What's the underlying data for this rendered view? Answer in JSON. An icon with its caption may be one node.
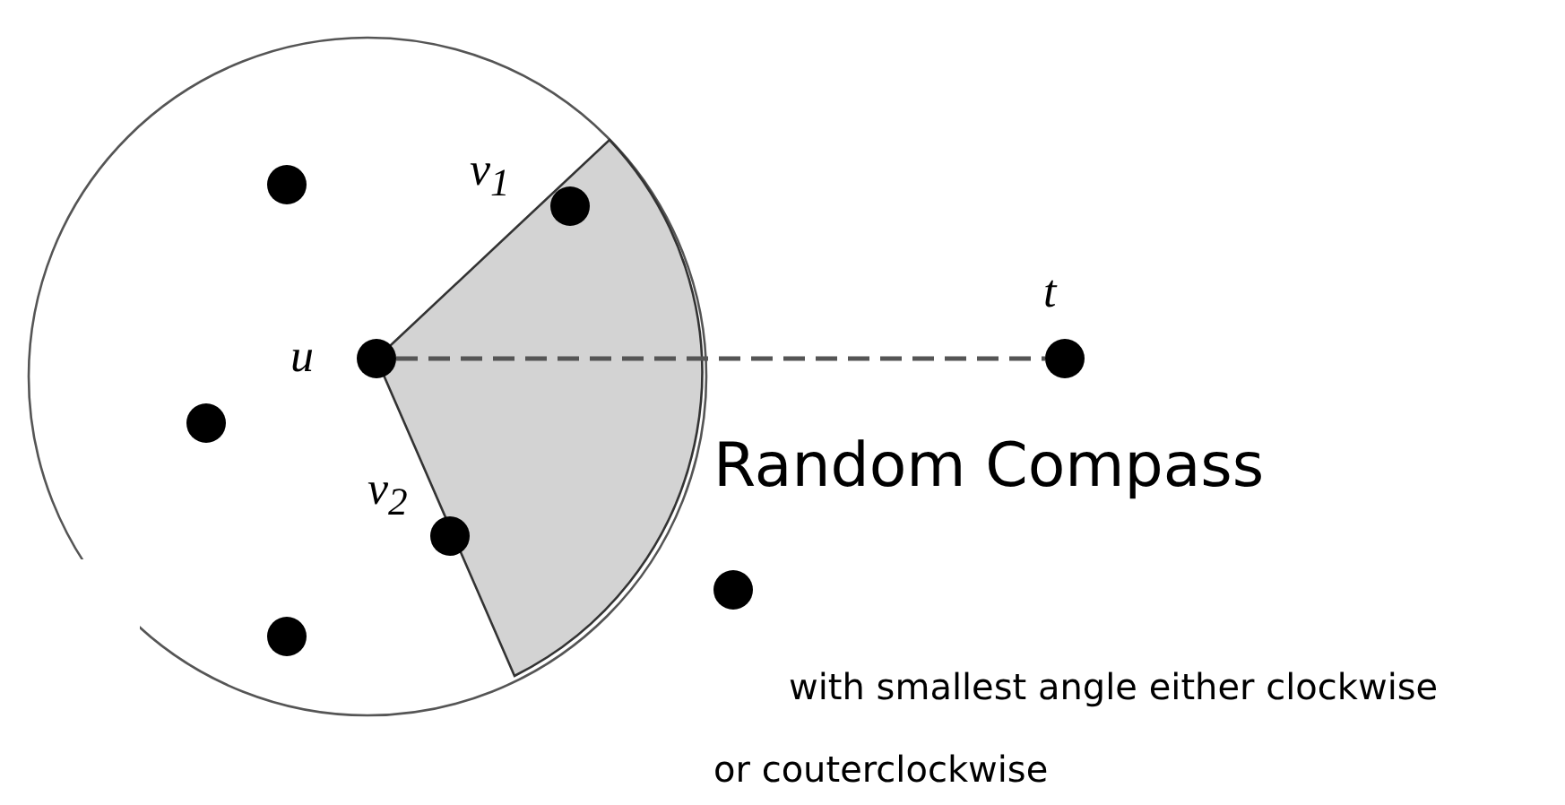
{
  "diagram": {
    "nodes": [
      {
        "text": [],
        "shape": "circle"
      },
      {
        "text": [],
        "shape": "circle",
        "beside": [
          "v$_{1}$"
        ]
      },
      {
        "text": [],
        "shape": "circle"
      },
      {
        "text": [],
        "shape": "circle",
        "beside": [
          "u"
        ]
      },
      {
        "text": [],
        "shape": "circle",
        "beside": [
          "t"
        ]
      },
      {
        "text": [],
        "shape": "circle",
        "beside": [
          "v$_{2}$"
        ]
      },
      {
        "text": [],
        "shape": "circle"
      }
    ],
    "edges": [
      {
        "from": 3,
        "to": 4,
        "arrow": "none",
        "style": "dashed"
      }
    ],
    "labels": [
      "Random Compass",
      "with smallest angle either clockwise or couterclockwise"
    ]
  }
}
